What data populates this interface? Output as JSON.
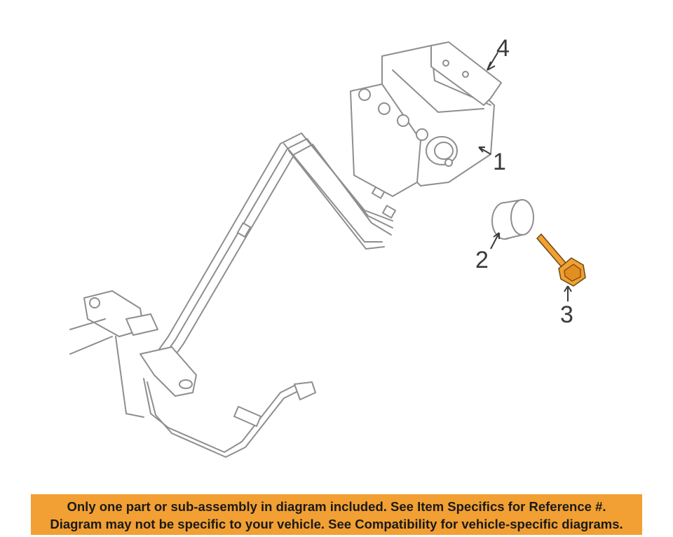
{
  "diagram": {
    "callouts": [
      "1",
      "2",
      "3",
      "4"
    ],
    "colors": {
      "highlight_part": "#f2a033",
      "line_art": "#8e8e8e",
      "callout_text": "#3a3a3a"
    }
  },
  "notice": {
    "line1": "Only one part or sub-assembly in diagram included. See Item Specifics for Reference #.",
    "line2": "Diagram may not be specific to your vehicle. See Compatibility for vehicle-specific diagrams.",
    "background": "#f2a033"
  }
}
